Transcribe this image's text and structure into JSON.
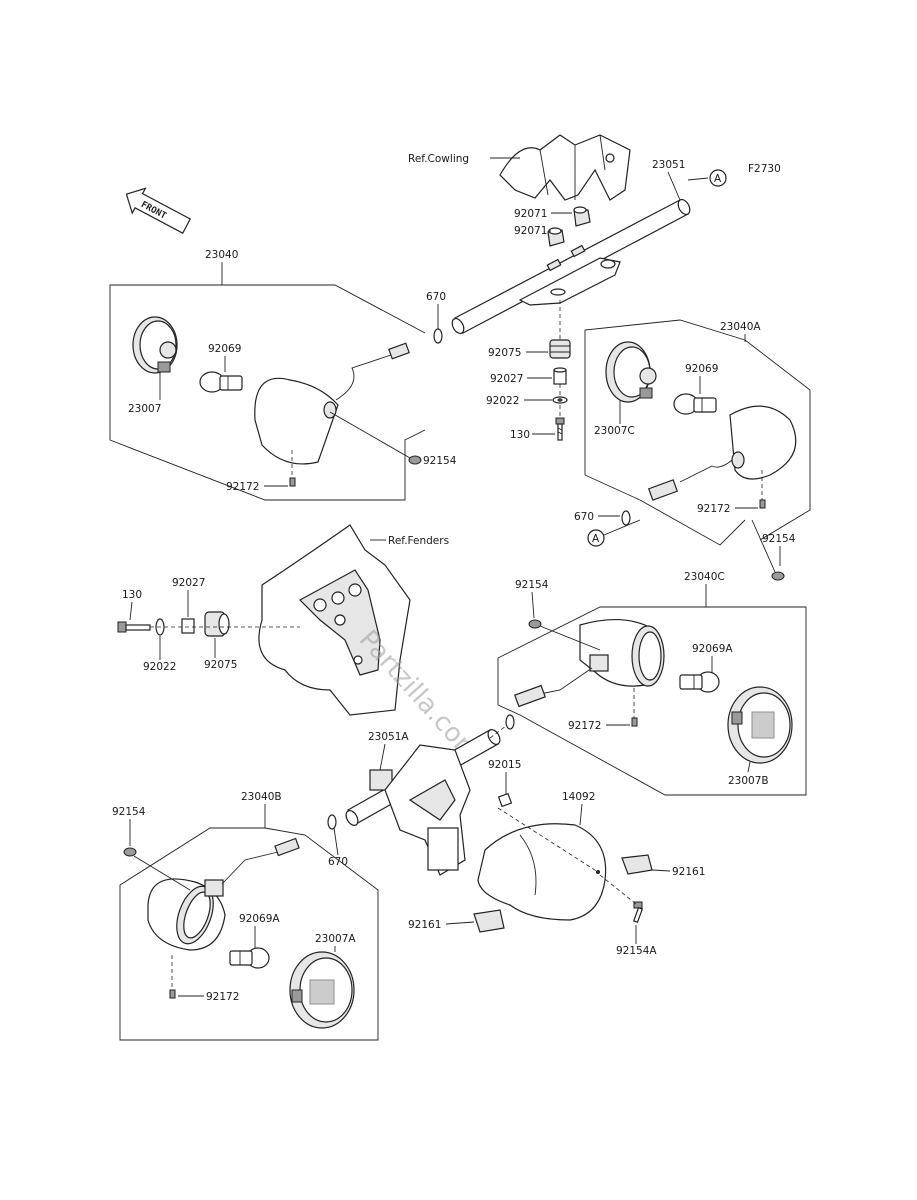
{
  "figure_code": "F2730",
  "front_arrow": "FRONT",
  "watermark": "Partzilla.com",
  "refs": {
    "cowling": "Ref.Cowling",
    "fenders": "Ref.Fenders"
  },
  "callout_a": "A",
  "parts": {
    "p23051": "23051",
    "p23051A": "23051A",
    "p23040": "23040",
    "p23040A": "23040A",
    "p23040B": "23040B",
    "p23040C": "23040C",
    "p23007": "23007",
    "p23007A": "23007A",
    "p23007B": "23007B",
    "p23007C": "23007C",
    "p92069": "92069",
    "p92069A": "92069A",
    "p92071": "92071",
    "p92075": "92075",
    "p92027": "92027",
    "p92022": "92022",
    "p130": "130",
    "p670": "670",
    "p92154": "92154",
    "p92154A": "92154A",
    "p92172": "92172",
    "p92015": "92015",
    "p14092": "14092",
    "p92161": "92161"
  }
}
